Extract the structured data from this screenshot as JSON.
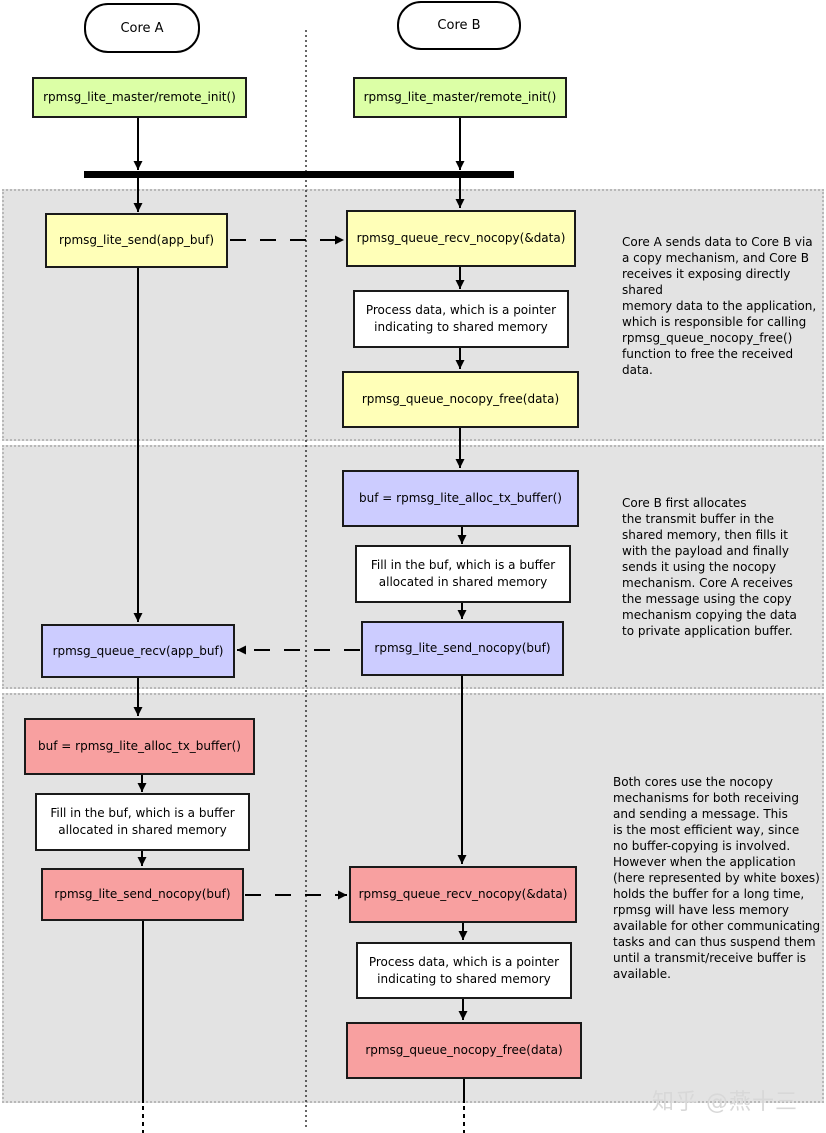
{
  "header": {
    "core_a": "Core A",
    "core_b": "Core B"
  },
  "init": {
    "core_a": "rpmsg_lite_master/remote_init()",
    "core_b": "rpmsg_lite_master/remote_init()"
  },
  "section1": {
    "a_send": "rpmsg_lite_send(app_buf)",
    "b_recv": "rpmsg_queue_recv_nocopy(&data)",
    "b_process": "Process data, which is a pointer\nindicating to shared memory",
    "b_free": "rpmsg_queue_nocopy_free(data)",
    "description": "Core A sends data to Core B via\na copy mechanism, and Core B\nreceives it exposing directly shared\nmemory data to the application,\nwhich is responsible for calling\nrpmsg_queue_nocopy_free()\nfunction to free the received data."
  },
  "section2": {
    "b_alloc": "buf = rpmsg_lite_alloc_tx_buffer()",
    "b_fill": "Fill in the buf, which is a buffer\nallocated in shared memory",
    "b_send": "rpmsg_lite_send_nocopy(buf)",
    "a_recv": "rpmsg_queue_recv(app_buf)",
    "description": "Core B first allocates\nthe transmit buffer in the\nshared memory, then fills it\nwith the payload and finally\nsends it using the nocopy\nmechanism. Core A receives\nthe message using the copy\nmechanism copying the data\nto private application buffer."
  },
  "section3": {
    "a_alloc": "buf = rpmsg_lite_alloc_tx_buffer()",
    "a_fill": "Fill in the buf, which is a buffer\nallocated in shared memory",
    "a_send": "rpmsg_lite_send_nocopy(buf)",
    "b_recv": "rpmsg_queue_recv_nocopy(&data)",
    "b_process": "Process data, which is a pointer\nindicating to shared memory",
    "b_free": "rpmsg_queue_nocopy_free(data)",
    "description": "Both cores use the nocopy\nmechanisms for both receiving\nand sending a message. This\nis the most efficient way, since\nno buffer-copying is involved.\nHowever when the application\n(here represented by white boxes)\nholds the buffer for a long time,\nrpmsg will have less memory\navailable for other communicating\ntasks and can thus suspend them\nuntil a transmit/receive buffer is\navailable."
  },
  "watermark": "知乎 @燕十三",
  "colors": {
    "init": "#dcffa6",
    "yellow": "#ffffb8",
    "blue": "#ccccff",
    "red": "#f8a0a0",
    "panel": "#e3e3e3"
  }
}
